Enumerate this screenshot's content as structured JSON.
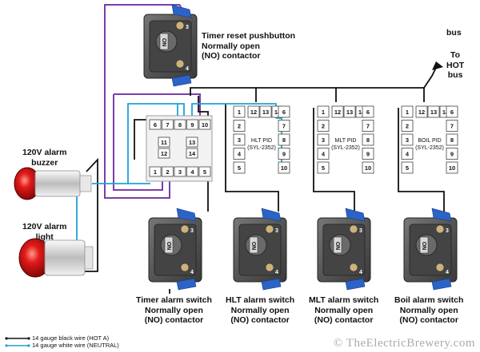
{
  "components": {
    "timer_reset": {
      "title": "Timer reset pushbutton",
      "line2": "Normally open",
      "line3": "(NO) contactor"
    },
    "buzzer": {
      "line1": "120V alarm",
      "line2": "buzzer"
    },
    "light": {
      "line1": "120V alarm",
      "line2": "light"
    },
    "switches": [
      {
        "line1": "Timer alarm switch",
        "line2": "Normally open",
        "line3": "(NO) contactor"
      },
      {
        "line1": "HLT alarm switch",
        "line2": "Normally open",
        "line3": "(NO) contactor"
      },
      {
        "line1": "MLT alarm switch",
        "line2": "Normally open",
        "line3": "(NO) contactor"
      },
      {
        "line1": "Boil alarm switch",
        "line2": "Normally open",
        "line3": "(NO) contactor"
      }
    ],
    "pids": [
      {
        "line1": "HLT PID",
        "line2": "(SYL-2352)"
      },
      {
        "line1": "MLT PID",
        "line2": "(SYL-2352)"
      },
      {
        "line1": "BOIL PID",
        "line2": "(SYL-2352)"
      }
    ],
    "pid_left_terminals": [
      "1",
      "2",
      "3",
      "4",
      "5"
    ],
    "pid_right_terminals": [
      "6",
      "7",
      "8",
      "9",
      "10"
    ],
    "pid_top_terminals": [
      "12",
      "13",
      "14"
    ],
    "timer_top_terminals": [
      "6",
      "7",
      "8",
      "9",
      "10"
    ],
    "timer_mid_left": [
      "11",
      "12"
    ],
    "timer_mid_right": [
      "13",
      "14"
    ],
    "timer_bottom_terminals": [
      "1",
      "2",
      "3",
      "4",
      "5"
    ]
  },
  "bus": {
    "top_label": "bus",
    "to_label": "To",
    "hot_label": "HOT",
    "bus_label": "bus"
  },
  "legend": {
    "black": "14 gauge black wire (HOT A)",
    "white": "14 gauge white wire (NEUTRAL)"
  },
  "watermark": "© TheElectricBrewery.com",
  "colors": {
    "hot_wire": "#111111",
    "neutral_wire": "#1ea3d6",
    "purple_wire": "#7a3fa8",
    "switch_blue": "#2b63c6"
  }
}
